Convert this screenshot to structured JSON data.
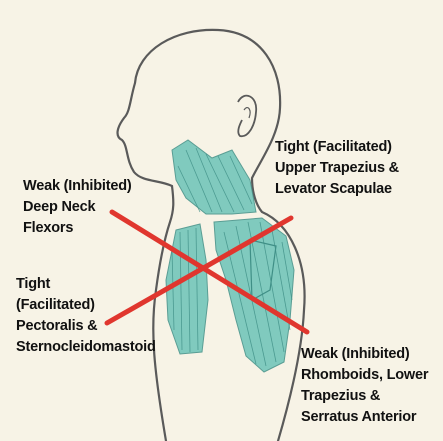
{
  "labels": {
    "upper_trapezius": [
      "Tight (Facilitated)",
      "Upper Trapezius &",
      "Levator Scapulae"
    ],
    "deep_neck": [
      "Weak (Inhibited)",
      "Deep Neck",
      "Flexors"
    ],
    "pectoralis": [
      "Tight",
      "(Facilitated)",
      "Pectoralis &",
      "Sternocleidomastoid"
    ],
    "rhomboids": [
      "Weak (Inhibited)",
      "Rhomboids, Lower",
      "Trapezius &",
      "Serratus Anterior"
    ]
  },
  "colors": {
    "background": "#f7f3e6",
    "outline": "#5a5a5a",
    "muscle": "#6cc4b8",
    "cross": "#e0362e",
    "text": "#111111"
  }
}
